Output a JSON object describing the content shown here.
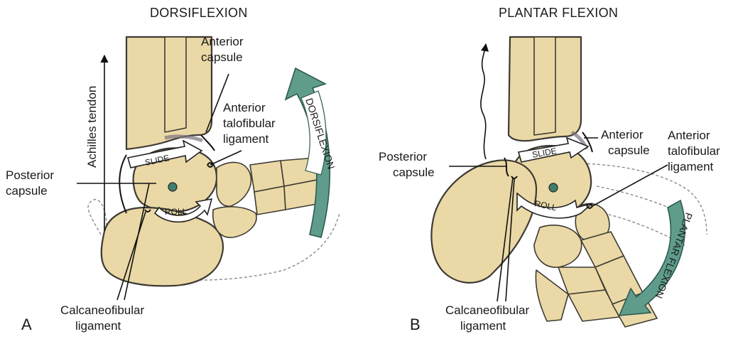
{
  "colors": {
    "bone": "#ead9a6",
    "outline": "#3e3a34",
    "arrow_fill": "#5f9c8c",
    "capsule": "#7b7080",
    "axis_dot": "#3f7f6d"
  },
  "panel_a": {
    "letter": "A",
    "title": "DORSIFLEXION",
    "motion_arrow_label": "DORSIFLEXION",
    "slide_label": "SLIDE",
    "roll_label": "ROLL",
    "achilles": "Achilles tendon",
    "anterior_capsule": [
      "Anterior",
      "capsule"
    ],
    "anterior_talofibular": [
      "Anterior",
      "talofibular",
      "ligament"
    ],
    "posterior_capsule": [
      "Posterior",
      "capsule"
    ],
    "calcaneofibular": [
      "Calcaneofibular",
      "ligament"
    ]
  },
  "panel_b": {
    "letter": "B",
    "title": "PLANTAR FLEXION",
    "motion_arrow_label": "PLANTAR FLEXION",
    "slide_label": "SLIDE",
    "roll_label": "ROLL",
    "anterior_capsule": [
      "Anterior",
      "capsule"
    ],
    "anterior_talofibular": [
      "Anterior",
      "talofibular",
      "ligament"
    ],
    "posterior_capsule": [
      "Posterior",
      "capsule"
    ],
    "calcaneofibular": [
      "Calcaneofibular",
      "ligament"
    ]
  }
}
